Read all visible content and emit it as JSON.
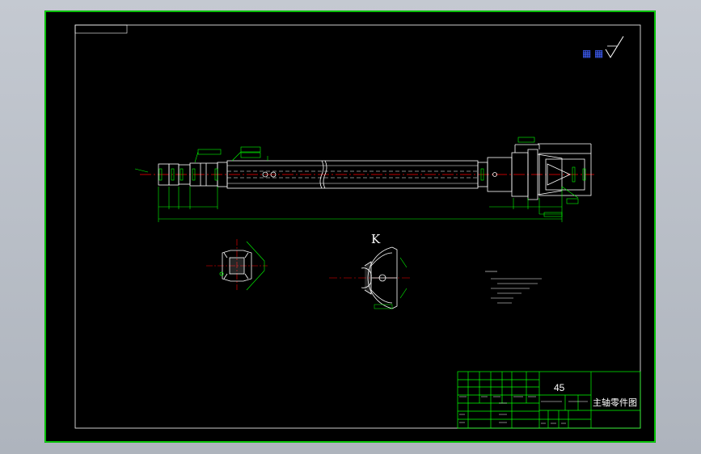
{
  "drawing": {
    "label_k": "K",
    "title_block": {
      "material": "45",
      "part_name": "主轴零件图"
    }
  },
  "colors": {
    "paper": "#000000",
    "frame": "#00ff00",
    "geometry": "#ffffff",
    "dimension": "#00ff00",
    "center_line": "#ff0000",
    "stamp": "#4060ff"
  }
}
